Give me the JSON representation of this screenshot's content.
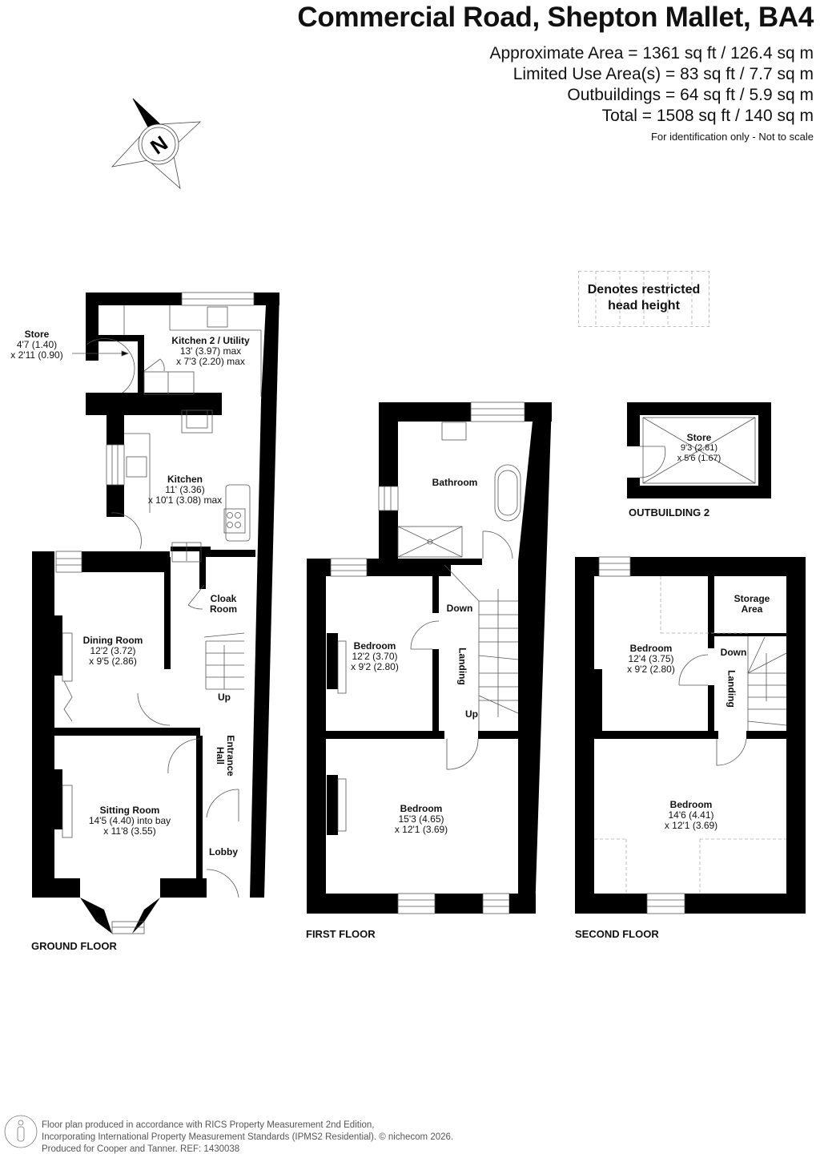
{
  "header": {
    "title": "Commercial Road, Shepton Mallet, BA4",
    "areas": [
      "Approximate Area = 1361 sq ft / 126.4 sq m",
      "Limited Use Area(s) = 83 sq ft / 7.7 sq m",
      "Outbuildings = 64 sq ft / 5.9 sq m",
      "Total = 1508 sq ft / 140 sq m"
    ],
    "note": "For identification only - Not to scale"
  },
  "compass": {
    "label": "N"
  },
  "legend": {
    "line1": "Denotes restricted",
    "line2": "head height"
  },
  "ground_floor": {
    "label": "GROUND FLOOR",
    "rooms": {
      "store": {
        "name": "Store",
        "dim1": "4'7 (1.40)",
        "dim2": "x 2'11 (0.90)"
      },
      "kitchen2": {
        "name": "Kitchen 2 / Utility",
        "dim1": "13' (3.97) max",
        "dim2": "x 7'3 (2.20) max"
      },
      "kitchen": {
        "name": "Kitchen",
        "dim1": "11' (3.36)",
        "dim2": "x 10'1 (3.08) max"
      },
      "dining": {
        "name": "Dining Room",
        "dim1": "12'2 (3.72)",
        "dim2": "x 9'5 (2.86)"
      },
      "cloak": {
        "name": "Cloak",
        "name2": "Room"
      },
      "sitting": {
        "name": "Sitting Room",
        "dim1": "14'5 (4.40) into bay",
        "dim2": "x 11'8 (3.55)"
      },
      "entrance": {
        "name": "Entrance",
        "name2": "Hall"
      },
      "lobby": {
        "name": "Lobby"
      },
      "stairs_up": "Up"
    }
  },
  "first_floor": {
    "label": "FIRST FLOOR",
    "rooms": {
      "bathroom": {
        "name": "Bathroom"
      },
      "bedroom1": {
        "name": "Bedroom",
        "dim1": "12'2 (3.70)",
        "dim2": "x 9'2 (2.80)"
      },
      "landing": {
        "name": "Landing"
      },
      "bedroom2": {
        "name": "Bedroom",
        "dim1": "15'3 (4.65)",
        "dim2": "x 12'1 (3.69)"
      },
      "stairs_down": "Down",
      "stairs_up": "Up"
    }
  },
  "outbuilding": {
    "label": "OUTBUILDING 2",
    "store": {
      "name": "Store",
      "dim1": "9'3 (2.81)",
      "dim2": "x 5'6 (1.67)"
    }
  },
  "second_floor": {
    "label": "SECOND FLOOR",
    "rooms": {
      "storage": {
        "name": "Storage",
        "name2": "Area"
      },
      "bedroom1": {
        "name": "Bedroom",
        "dim1": "12'4 (3.75)",
        "dim2": "x 9'2 (2.80)"
      },
      "landing": {
        "name": "Landing"
      },
      "bedroom2": {
        "name": "Bedroom",
        "dim1": "14'6 (4.41)",
        "dim2": "x 12'1 (3.69)"
      },
      "stairs_down": "Down"
    }
  },
  "footer": {
    "line1": "Floor plan produced in accordance with RICS Property Measurement 2nd Edition,",
    "line2": "Incorporating International Property Measurement Standards (IPMS2 Residential).   © nichecom 2026.",
    "line3": "Produced for Cooper and Tanner.   REF:  1430038"
  }
}
